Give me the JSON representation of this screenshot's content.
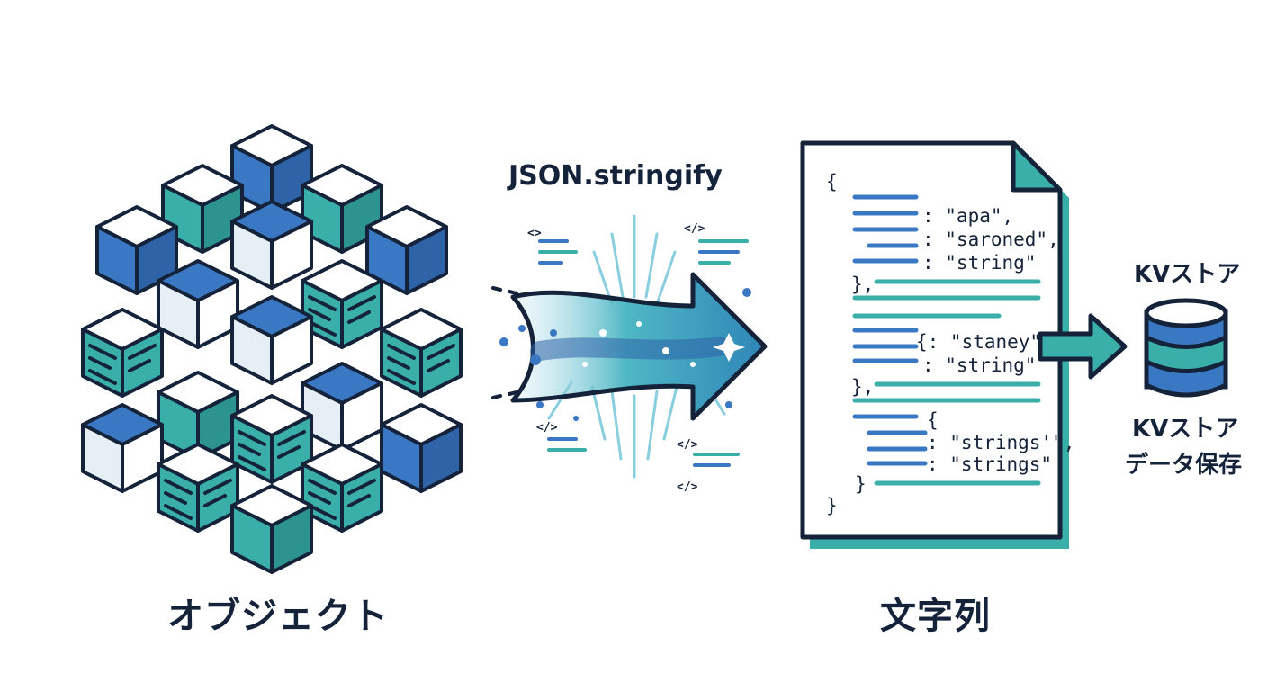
{
  "labels": {
    "object": "オブジェクト",
    "transform": "JSON.stringify",
    "string": "文字列",
    "kv_title": "KVストア",
    "kv_caption_line1": "KVストア",
    "kv_caption_line2": "データ保存"
  },
  "code_tags": [
    "<>",
    "</>",
    "</>",
    "</>",
    "</>"
  ],
  "document": {
    "lines": [
      "{",
      ": \"apa\",",
      ": \"saroned\",",
      ": \"string\"",
      "},",
      "{: \"staney\",",
      ": \"string\"",
      "},",
      "{",
      ": \"strings'\",",
      ": \"strings\"",
      "}",
      "}"
    ]
  },
  "colors": {
    "navy": "#14233a",
    "blue": "#3b78c4",
    "teal": "#3aaea8",
    "white": "#ffffff",
    "pale": "#e6eef6"
  },
  "icons": [
    "cube-cluster-icon",
    "arrow-icon",
    "document-icon",
    "database-icon"
  ]
}
